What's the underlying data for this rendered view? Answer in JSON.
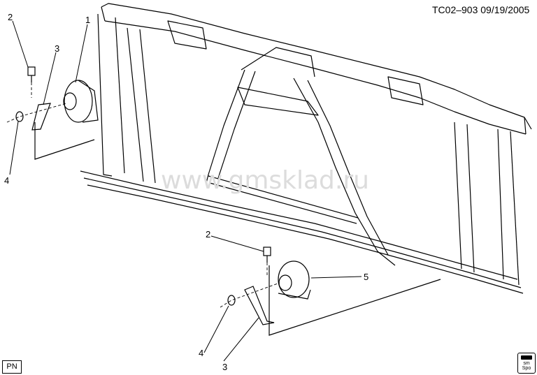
{
  "header": {
    "code": "TC02–903  09/19/2005"
  },
  "watermark": "www.gmsklad.ru",
  "callouts": [
    {
      "id": "c1",
      "text": "1"
    },
    {
      "id": "c2a",
      "text": "2"
    },
    {
      "id": "c3a",
      "text": "3"
    },
    {
      "id": "c4a",
      "text": "4"
    },
    {
      "id": "c2b",
      "text": "2"
    },
    {
      "id": "c5",
      "text": "5"
    },
    {
      "id": "c4b",
      "text": "4"
    },
    {
      "id": "c3b",
      "text": "3"
    }
  ],
  "footer": {
    "pn": "PN",
    "logo_text": "sm\nSpo"
  },
  "colors": {
    "line": "#000000",
    "watermark": "#dcdcdc"
  }
}
